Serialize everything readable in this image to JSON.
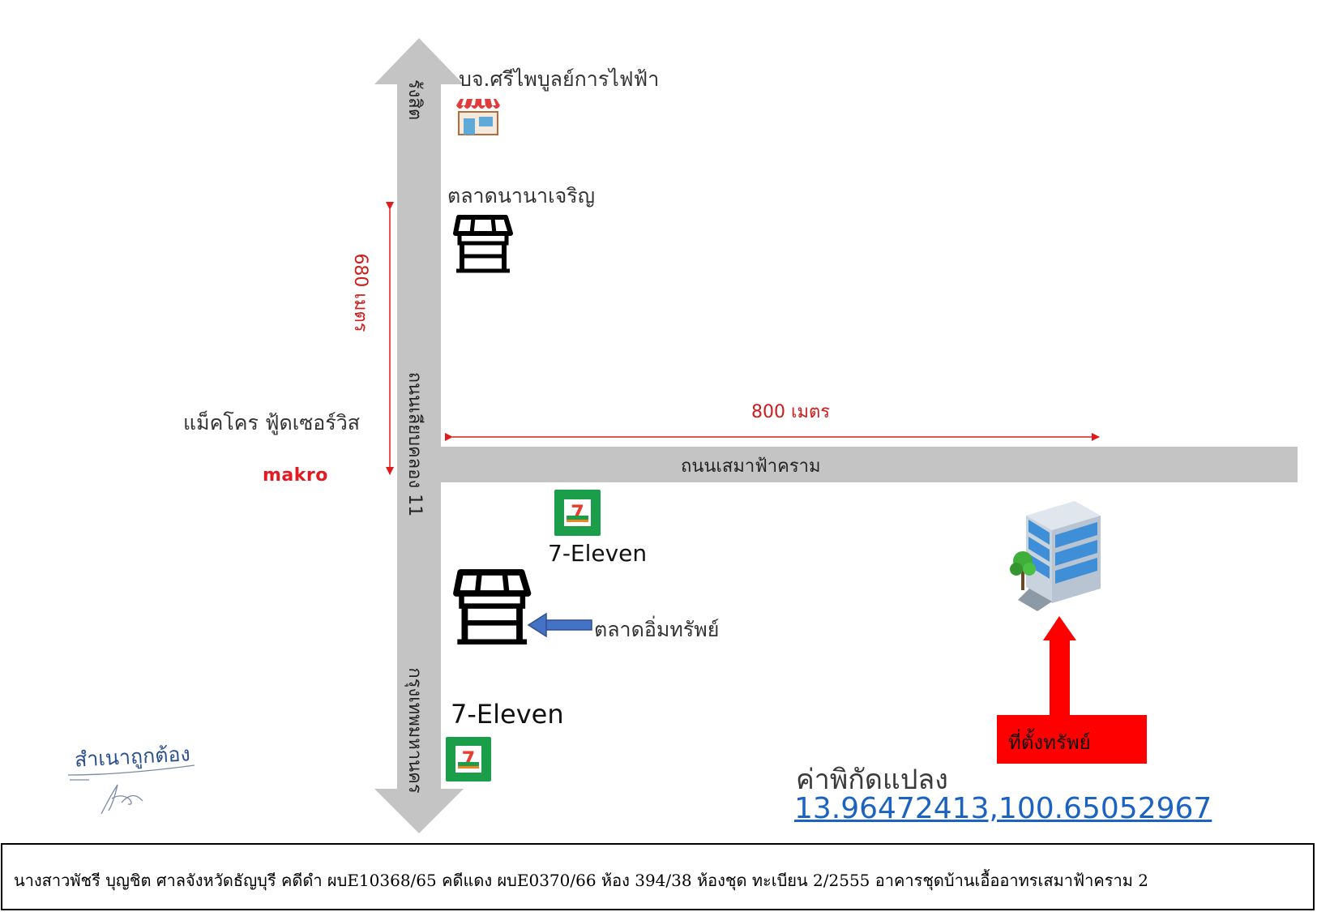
{
  "map": {
    "places": {
      "electric_shop": "บจ.ศรีไพบูลย์การไฟฟ้า",
      "nana_market": "ตลาดนานาเจริญ",
      "makro_label": "แม็คโคร ฟู้ดเซอร์วิส",
      "makro_logo_text": "makro",
      "eleven_top": "7-Eleven",
      "eleven_bottom": "7-Eleven",
      "im_sap_market": "ตลาดอิ่มทรัพย์"
    },
    "roads": {
      "vertical_top": "รังสิต",
      "vertical_middle": "ถนนเลียบคลอง 11",
      "vertical_bottom": "กรุงเทพมหานคร",
      "horizontal": "ถนนเสมาฟ้าคราม"
    },
    "distances": {
      "vertical": "680 เมตร",
      "horizontal": "800 เมตร"
    },
    "property_label": "ที่ตั้งทรัพย์",
    "coordinates_title": "ค่าพิกัดแปลง",
    "coordinates_value": "13.96472413,100.65052967",
    "certified_copy": "สำเนาถูกต้อง"
  },
  "icons": {
    "electric_shop": "storefront-icon",
    "nana_market": "market-stall-icon",
    "im_sap_market": "market-stall-icon",
    "eleven": "seven-eleven-logo",
    "property": "office-building-icon",
    "direction": "left-arrow-icon"
  },
  "colors": {
    "road": "#c4c4c4",
    "distance": "#e01b1b",
    "property_arrow": "#ff0000",
    "pointer_arrow": "#4472c4",
    "eleven_green": "#1a9e49",
    "link": "#1b62c2"
  },
  "footer": {
    "text": "นางสาวพัชรี  บุญชิต  ศาลจังหวัดธัญบุรี คดีดำ ผบE10368/65 คดีแดง ผบE0370/66    ห้อง 394/38  ห้องชุด ทะเบียน 2/2555  อาคารชุดบ้านเอื้ออาทรเสมาฟ้าคราม 2"
  }
}
